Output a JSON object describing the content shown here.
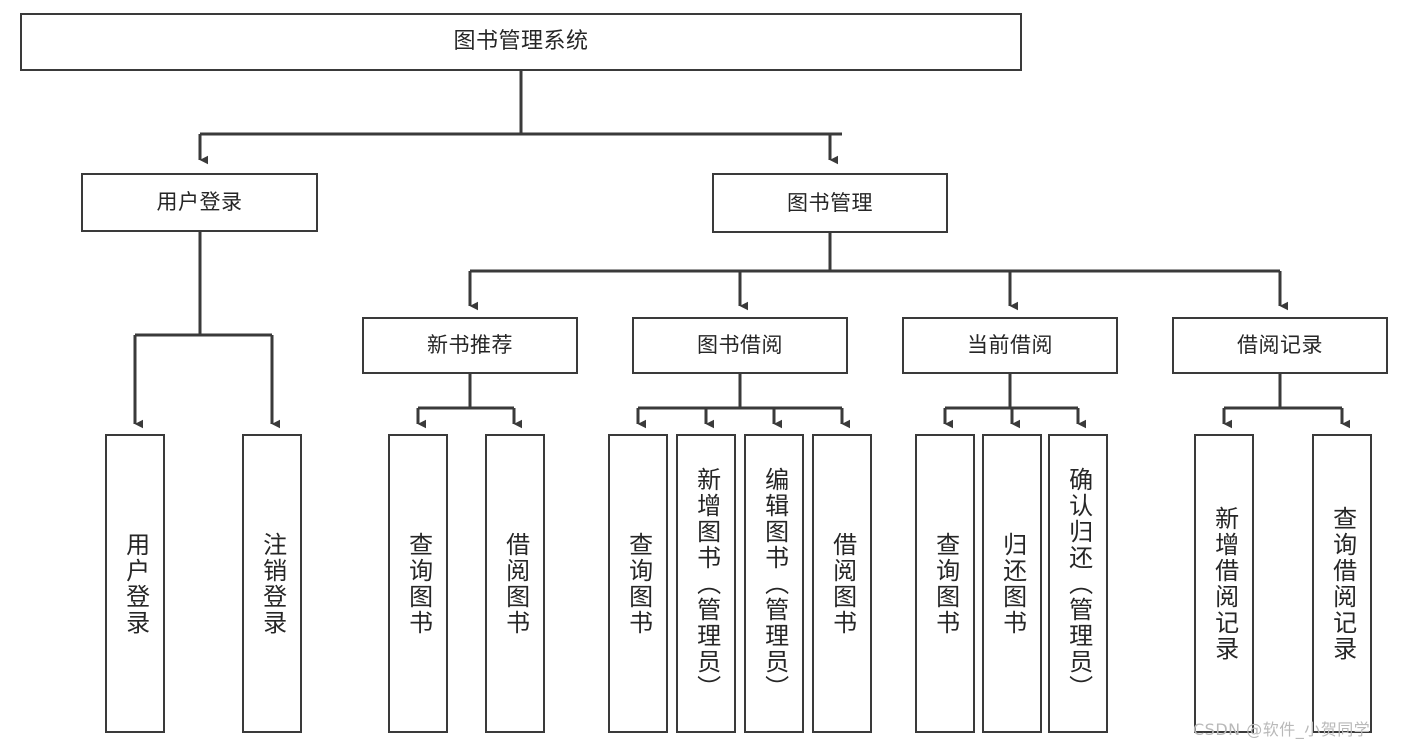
{
  "diagram": {
    "title": "图书管理系统",
    "type": "tree-hierarchy",
    "orientation": "top-down",
    "colors": {
      "box_border": "#3a3a3a",
      "box_fill": "#ffffff",
      "connector": "#3a3a3a",
      "text": "#262626",
      "watermark": "#b9b9b9"
    }
  },
  "nodes": {
    "root": {
      "label": "图书管理系统"
    },
    "level1": [
      {
        "label": "用户登录"
      },
      {
        "label": "图书管理"
      }
    ],
    "level2": [
      {
        "label": "新书推荐"
      },
      {
        "label": "图书借阅"
      },
      {
        "label": "当前借阅"
      },
      {
        "label": "借阅记录"
      }
    ],
    "leaves": {
      "user_login": [
        {
          "label": "用户登录"
        },
        {
          "label": "注销登录"
        }
      ],
      "new_book_recommend": [
        {
          "label": "查询图书"
        },
        {
          "label": "借阅图书"
        }
      ],
      "book_borrow": [
        {
          "label": "查询图书"
        },
        {
          "label": "新增图书（管理员）"
        },
        {
          "label": "编辑图书（管理员）"
        },
        {
          "label": "借阅图书"
        }
      ],
      "current_borrow": [
        {
          "label": "查询图书"
        },
        {
          "label": "归还图书"
        },
        {
          "label": "确认归还（管理员）"
        }
      ],
      "borrow_record": [
        {
          "label": "新增借阅记录"
        },
        {
          "label": "查询借阅记录"
        }
      ]
    }
  },
  "watermark": {
    "text": "CSDN @软件_小贺同学"
  }
}
